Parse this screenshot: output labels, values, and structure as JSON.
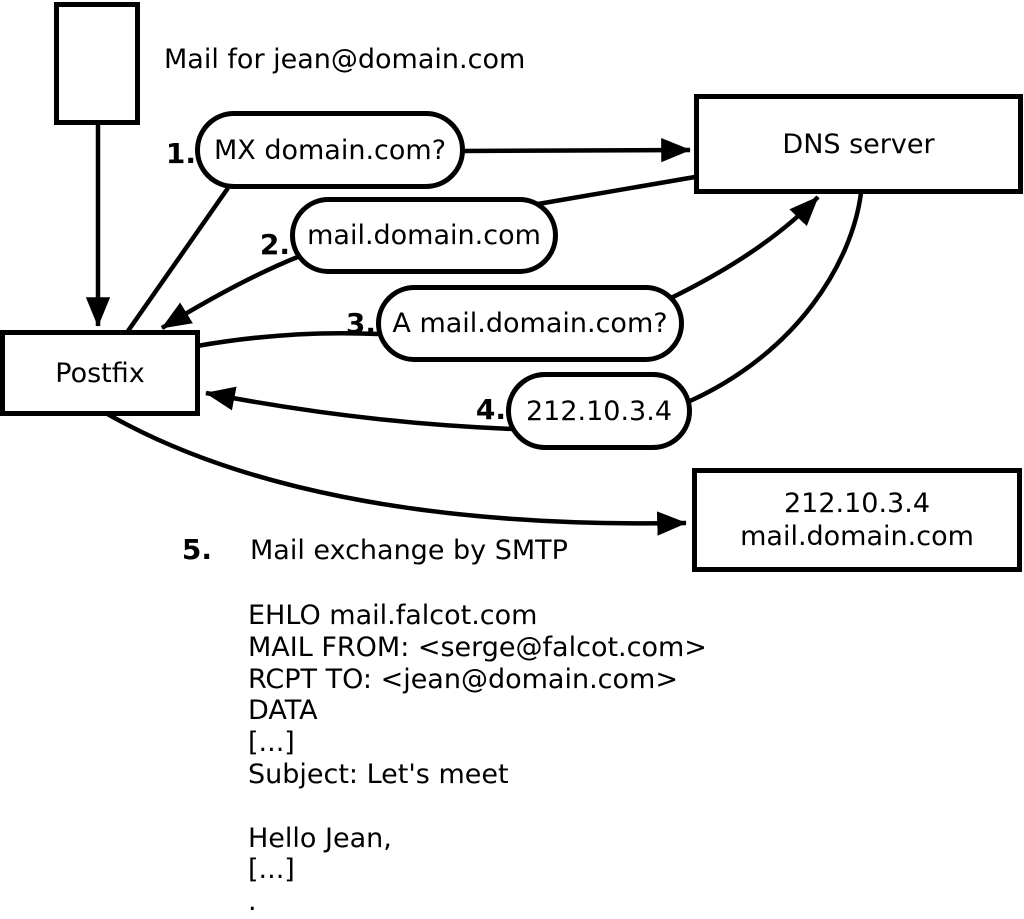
{
  "diagram": {
    "title": "Mail for jean@domain.com",
    "colors": {
      "stroke": "#000000",
      "background": "#ffffff"
    },
    "nodes": {
      "incoming_mail": {
        "label": ""
      },
      "postfix": {
        "label": "Postfix"
      },
      "dns_server": {
        "label": "DNS server"
      },
      "mail_server": {
        "line1": "212.10.3.4",
        "line2": "mail.domain.com"
      }
    },
    "steps": [
      {
        "number": "1.",
        "label": "MX domain.com?"
      },
      {
        "number": "2.",
        "label": "mail.domain.com"
      },
      {
        "number": "3.",
        "label": "A mail.domain.com?"
      },
      {
        "number": "4.",
        "label": "212.10.3.4"
      },
      {
        "number": "5.",
        "label": "Mail exchange by SMTP"
      }
    ],
    "smtp_session": [
      "EHLO mail.falcot.com",
      "MAIL FROM: <serge@falcot.com>",
      "RCPT TO: <jean@domain.com>",
      "DATA",
      "[...]",
      "Subject: Let's meet",
      "",
      "Hello Jean,",
      "[...]",
      "."
    ]
  }
}
